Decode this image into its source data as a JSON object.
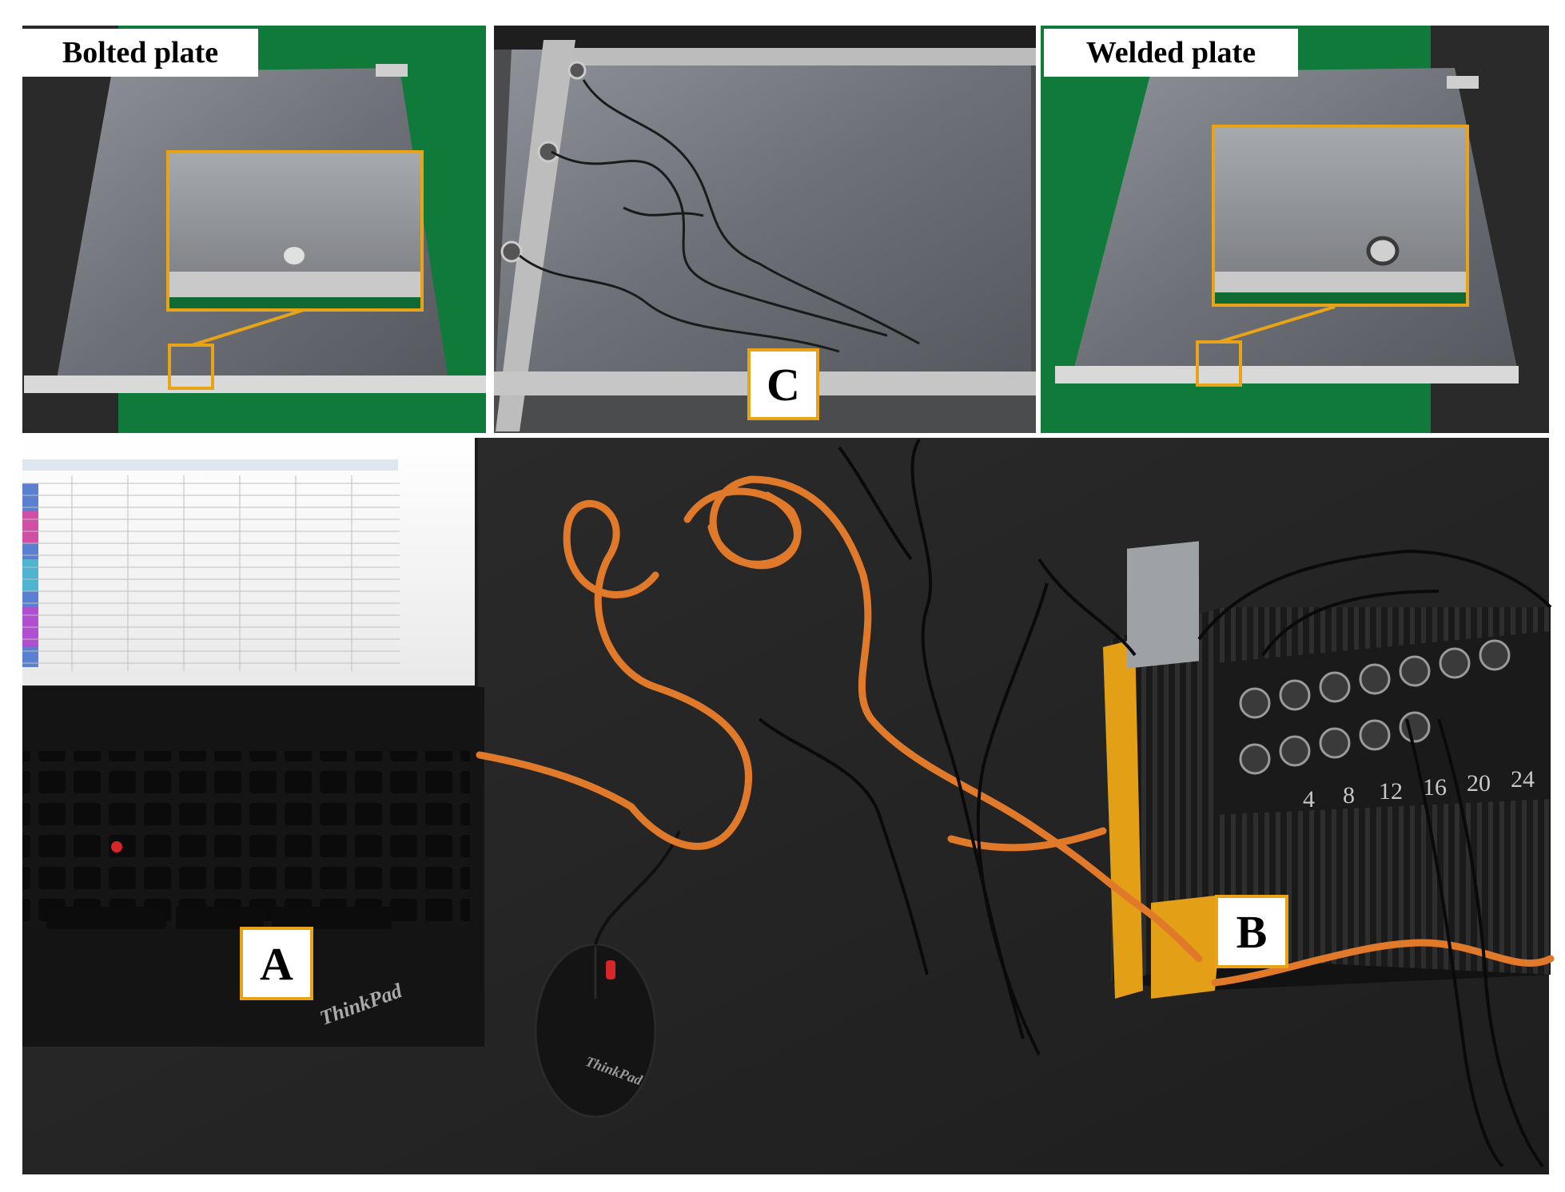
{
  "panels": {
    "bolted": {
      "title": "Bolted plate"
    },
    "welded": {
      "title": "Welded plate"
    }
  },
  "labels": {
    "a": "A",
    "b": "B",
    "c": "C"
  },
  "laptop_brand": "ThinkPad",
  "mouse_brand": "ThinkPad",
  "device_port_numbers": [
    "4",
    "8",
    "12",
    "16",
    "20",
    "24"
  ],
  "colors": {
    "callout": "#e8a317",
    "cable": "#e07a2a",
    "floor_green": "#0f7a3a",
    "desk": "#2b2b2b"
  }
}
